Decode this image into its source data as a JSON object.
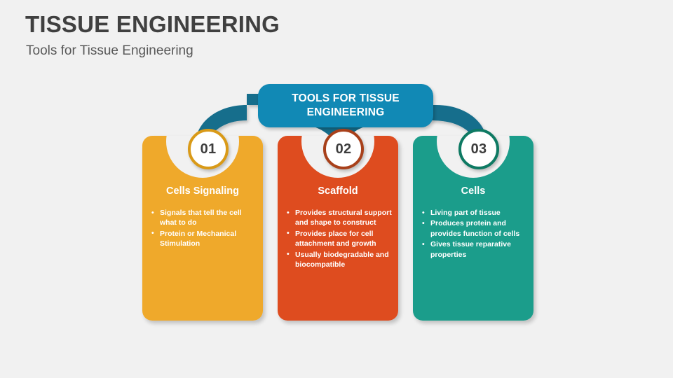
{
  "header": {
    "title": "TISSUE ENGINEERING",
    "subtitle": "Tools for Tissue Engineering"
  },
  "diagram": {
    "banner": {
      "label": "TOOLS FOR TISSUE ENGINEERING",
      "color": "#1189b5",
      "connector_color": "#156e8c"
    },
    "background_color": "#f1f1f1",
    "cards": [
      {
        "number": "01",
        "title": "Cells Signaling",
        "color": "#efa92b",
        "ring_color": "#d99a18",
        "bullets": [
          "Signals that tell the cell what to do",
          "Protein or Mechanical Stimulation"
        ]
      },
      {
        "number": "02",
        "title": "Scaffold",
        "color": "#de4c1f",
        "ring_color": "#a8401a",
        "bullets": [
          "Provides structural support and shape to construct",
          "Provides place for cell attachment and growth",
          "Usually biodegradable and biocompatible"
        ]
      },
      {
        "number": "03",
        "title": "Cells",
        "color": "#1b9d8b",
        "ring_color": "#0e7a63",
        "bullets": [
          "Living part of tissue",
          "Produces protein and provides function of cells",
          "Gives tissue reparative properties"
        ]
      }
    ]
  }
}
